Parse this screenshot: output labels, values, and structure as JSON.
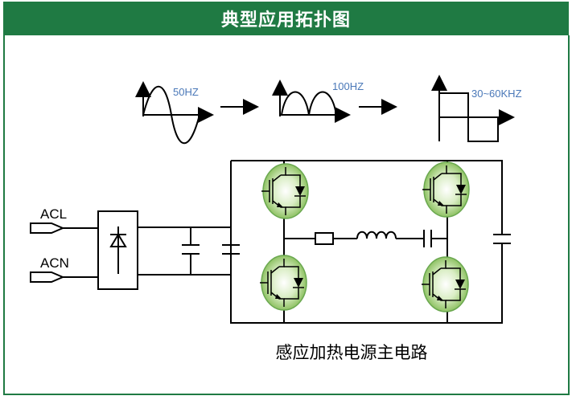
{
  "header": {
    "title": "典型应用拓扑图"
  },
  "waveforms": {
    "ac_freq": "50HZ",
    "rect_freq": "100HZ",
    "hf_freq": "30~60KHZ"
  },
  "inputs": {
    "line": "ACL",
    "neutral": "ACN"
  },
  "caption": "感应加热电源主电路",
  "colors": {
    "accent": "#1f7a43",
    "freq_label": "#4a78b8",
    "igbt_glow": "#a7cf7a"
  }
}
